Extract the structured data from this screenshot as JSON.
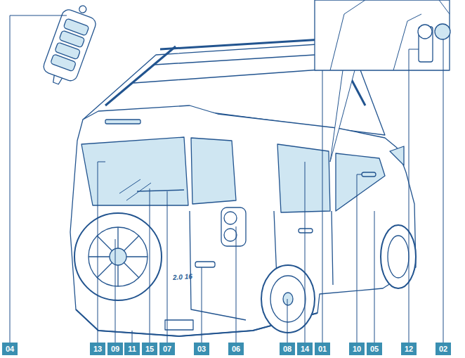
{
  "diagram": {
    "labels": [
      "04",
      "13",
      "09",
      "11",
      "15",
      "07",
      "03",
      "06",
      "08",
      "14",
      "01",
      "10",
      "05",
      "12",
      "02",
      "2.0 16"
    ]
  }
}
